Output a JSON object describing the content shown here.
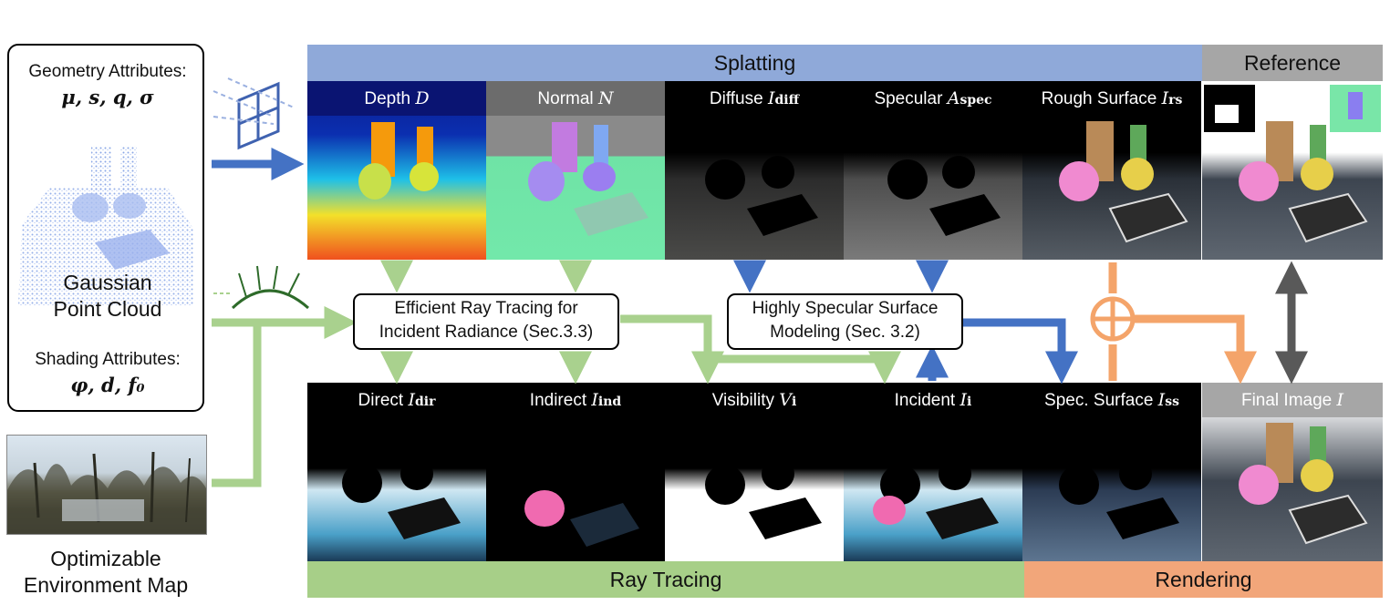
{
  "banners": {
    "splatting": "Splatting",
    "reference": "Reference",
    "ray_tracing": "Ray Tracing",
    "rendering": "Rendering"
  },
  "input_card": {
    "geometry_label": "Geometry Attributes:",
    "geometry_math": "μ, s, q, σ",
    "cloud_line1": "Gaussian",
    "cloud_line2": "Point Cloud",
    "shading_label": "Shading Attributes:",
    "shading_math": "φ, d, f₀"
  },
  "env_map": {
    "line1": "Optimizable",
    "line2": "Environment Map"
  },
  "top_row": [
    {
      "text": "Depth ",
      "sym": "D",
      "sub": ""
    },
    {
      "text": "Normal ",
      "sym": "N",
      "sub": ""
    },
    {
      "text": "Diffuse ",
      "sym": "I",
      "sub": "diff"
    },
    {
      "text": "Specular ",
      "sym": "A",
      "sub": "spec"
    },
    {
      "text": "Rough Surface ",
      "sym": "I",
      "sub": "rs"
    }
  ],
  "bottom_row": [
    {
      "text": "Direct ",
      "sym": "I",
      "sub": "dir"
    },
    {
      "text": "Indirect ",
      "sym": "I",
      "sub": "ind"
    },
    {
      "text": "Visibility ",
      "sym": "V",
      "sub": "i"
    },
    {
      "text": "Incident ",
      "sym": "I",
      "sub": "i"
    },
    {
      "text": "Spec. Surface ",
      "sym": "I",
      "sub": "ss"
    }
  ],
  "final_image": {
    "text": "Final Image ",
    "sym": "I"
  },
  "process_boxes": {
    "ray_tracing_line1": "Efficient Ray Tracing for",
    "ray_tracing_line2": "Incident Radiance (Sec.3.3)",
    "specular_line1": "Highly Specular Surface",
    "specular_line2": "Modeling (Sec. 3.2)"
  },
  "colors": {
    "splatting": "#8fa9d9",
    "reference": "#a6a6a6",
    "ray_tracing": "#a7cf88",
    "rendering": "#f2a67a",
    "blue_arrow": "#4472c4",
    "green_arrow": "#a9d18e",
    "orange_arrow": "#f4a46a",
    "gray_arrow": "#595959"
  }
}
